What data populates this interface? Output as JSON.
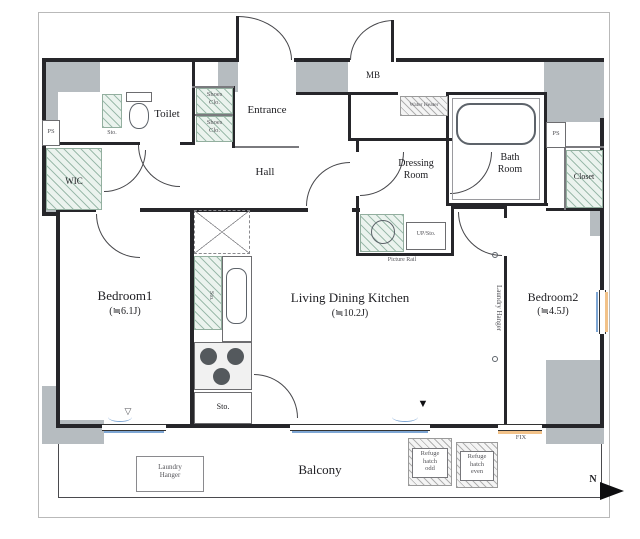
{
  "labels": {
    "toilet": "Toilet",
    "toilet_sto": "Sto.",
    "shoes_top": "Shoes\nClo.",
    "shoes_bottom": "Shoes\nClo.",
    "entrance": "Entrance",
    "hall": "Hall",
    "wic": "WIC",
    "ps_left": "PS",
    "ps_right": "PS",
    "mb": "MB",
    "water_heater": "Water Heater",
    "dressing": "Dressing\nRoom",
    "bath": "Bath\nRoom",
    "closet": "Closet",
    "picture_rail": "Picture Rail",
    "up_sto": "UP/Sto.",
    "laundry_hanger_side": "Laundry Hanger",
    "sto_tall": "Sto.",
    "sto_bottom": "Sto.",
    "bedroom1": "Bedroom1",
    "bedroom1_size": "(≒6.1J)",
    "ldk": "Living Dining Kitchen",
    "ldk_size": "(≒10.2J)",
    "bedroom2": "Bedroom2",
    "bedroom2_size": "(≒4.5J)",
    "balcony": "Balcony",
    "laundry_hanger_balcony": "Laundry\nHanger",
    "refuge_odd": "Refuge\nhatch\nodd",
    "refuge_even": "Refuge\nhatch\neven",
    "fix": "FIX",
    "north": "N",
    "marker_open": "▽",
    "marker_solid": "▼"
  },
  "colors": {
    "wall": "#26262a",
    "pillar": "#b6bcc0",
    "closet_fill": "#ebf3ee",
    "closet_line": "#93af9f",
    "window_orange": "#f2c289",
    "window_blue": "#7ea6d4",
    "background": "#ffffff"
  }
}
